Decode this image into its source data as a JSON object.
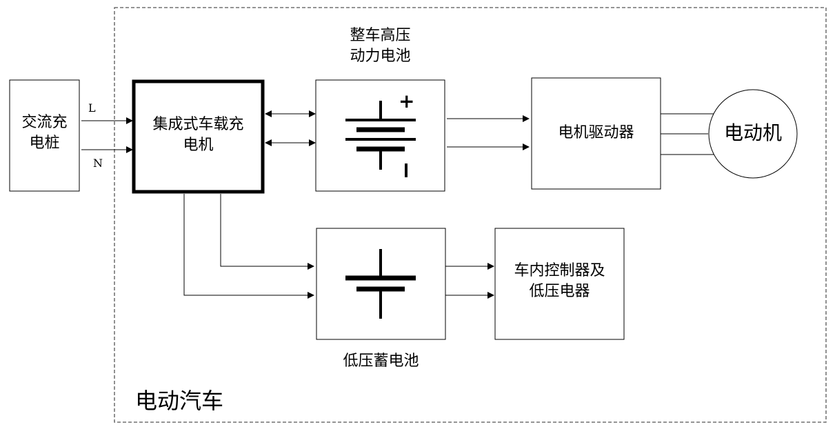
{
  "diagram": {
    "title": "电动汽车",
    "nodes": {
      "ac_charging_pile": {
        "label_lines": [
          "交流充",
          "电桩"
        ]
      },
      "integrated_obc": {
        "label_lines": [
          "集成式车载充",
          "电机"
        ]
      },
      "hv_battery": {
        "label_lines": [
          "整车高压",
          "动力电池"
        ],
        "plus": "+",
        "minus": "-"
      },
      "motor_driver": {
        "label": "电机驱动器"
      },
      "motor": {
        "label": "电动机"
      },
      "lv_battery": {
        "label": "低压蓄电池"
      },
      "controllers": {
        "label_lines": [
          "车内控制器及",
          "低压电器"
        ]
      }
    },
    "wires": {
      "line": "L",
      "neutral": "N"
    },
    "colors": {
      "stroke": "#000000",
      "boundary": "#555555",
      "background": "#ffffff"
    }
  }
}
